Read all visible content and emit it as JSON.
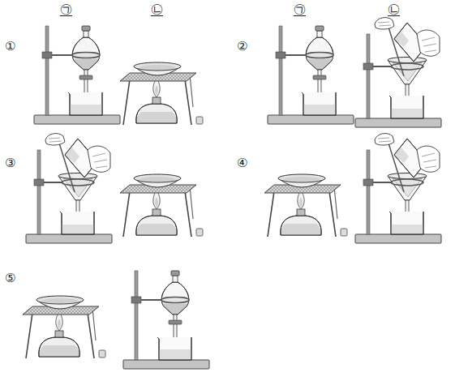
{
  "diagram": {
    "labels": [
      "㉠",
      "㉡",
      "㉠",
      "㉡",
      "①",
      "②",
      "③",
      "④",
      "⑤"
    ]
  }
}
